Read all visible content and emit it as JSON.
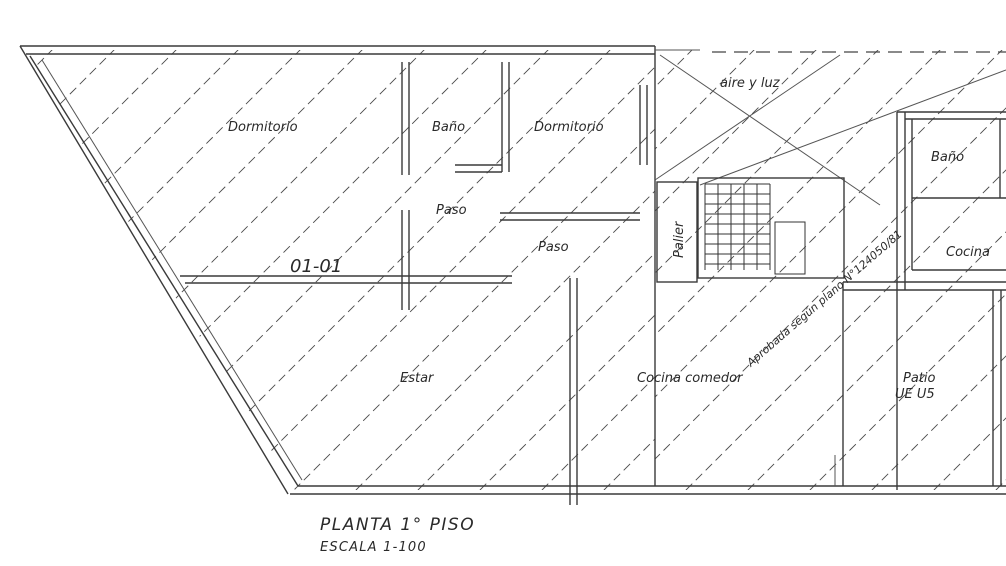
{
  "rooms": {
    "dormitorio_1": "Dormitorio",
    "bano_1": "Baño",
    "dormitorio_2": "Dormitorio",
    "paso_1": "Paso",
    "paso_2": "Paso",
    "unit_id": "01-01",
    "aire_luz": "aire y luz",
    "palier": "Palier",
    "bano_2": "Baño",
    "cocina": "Cocina",
    "estar": "Estar",
    "cocina_comedor": "Cocina comedor",
    "patio": "Patio",
    "patio_code": "UE U5"
  },
  "stamp": "Aprobada según plano N°124050/81",
  "caption": {
    "title": "PLANTA 1° PISO",
    "scale": "ESCALA 1-100"
  }
}
